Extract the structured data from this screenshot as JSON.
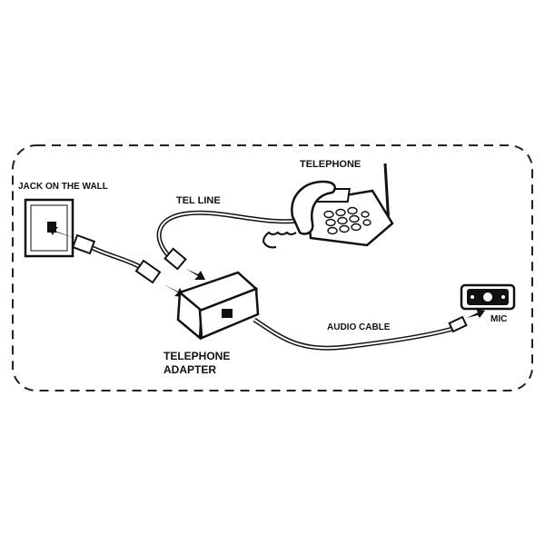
{
  "labels": {
    "jack": "JACK ON THE WALL",
    "tel_line": "TEL LINE",
    "telephone": "TELEPHONE",
    "adapter_line1": "TELEPHONE",
    "adapter_line2": "ADAPTER",
    "audio_cable": "AUDIO CABLE",
    "mic": "MIC"
  },
  "colors": {
    "ink": "#111111",
    "paper": "#ffffff",
    "border_dash": "#222222"
  },
  "icons": [
    "wall-jack-icon",
    "telephone-icon",
    "adapter-icon",
    "microphone-icon",
    "arrow-icon",
    "plug-icon"
  ]
}
